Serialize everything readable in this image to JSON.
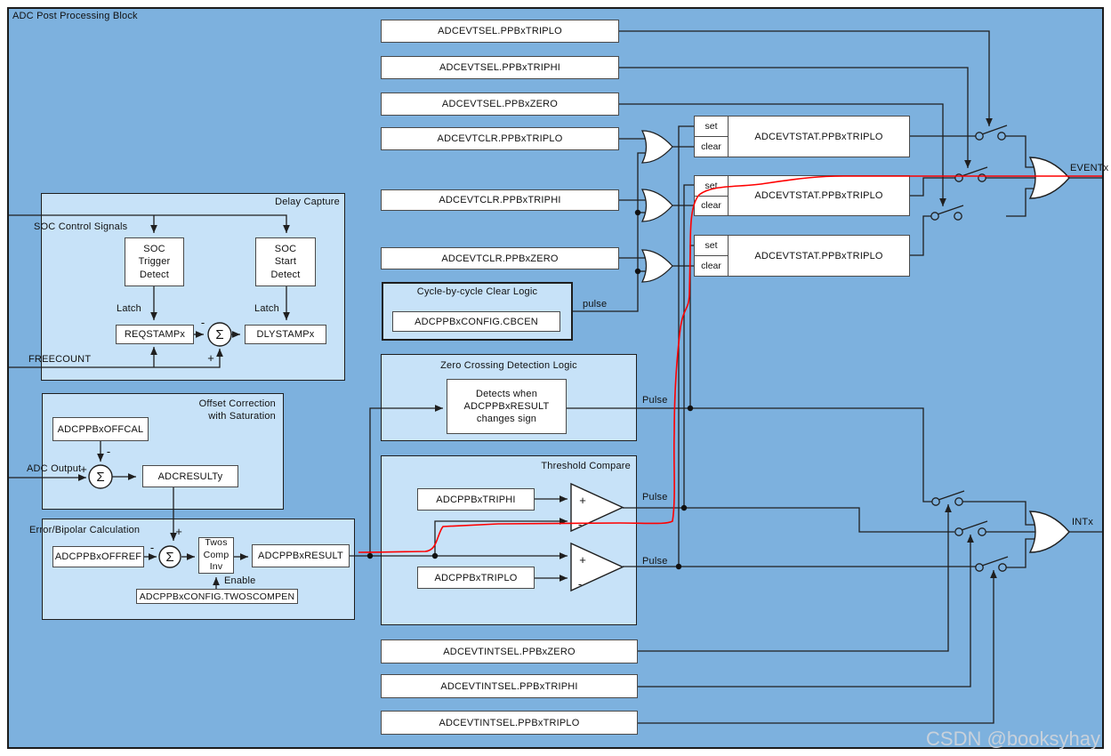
{
  "frame": {
    "title": "ADC Post Processing Block"
  },
  "watermark": "CSDN @booksyhay",
  "colors": {
    "background": "#7DB1DE",
    "block_fill": "#C7E2F8",
    "box_fill": "#FFFFFF",
    "line": "#1f1f1f",
    "annotation": "#FF0000"
  },
  "glyphs": {
    "sigma": "Σ",
    "plus": "+",
    "minus": "-"
  },
  "labels": {
    "set": "set",
    "clear": "clear",
    "latch": "Latch",
    "enable": "Enable",
    "freecount": "FREECOUNT",
    "adc_output": "ADC Output",
    "pulse_lc": "pulse",
    "pulse": "Pulse",
    "eventx": "EVENTx",
    "intx": "INTx"
  },
  "sel_boxes": [
    {
      "label": "ADCEVTSEL.PPBxTRIPLO"
    },
    {
      "label": "ADCEVTSEL.PPBxTRIPHI"
    },
    {
      "label": "ADCEVTSEL.PPBxZERO"
    }
  ],
  "clr_boxes": [
    {
      "label": "ADCEVTCLR.PPBxTRIPLO"
    },
    {
      "label": "ADCEVTCLR.PPBxTRIPHI"
    },
    {
      "label": "ADCEVTCLR.PPBxZERO"
    }
  ],
  "stat_boxes": [
    {
      "label": "ADCEVTSTAT.PPBxTRIPLO"
    },
    {
      "label": "ADCEVTSTAT.PPBxTRIPLO"
    },
    {
      "label": "ADCEVTSTAT.PPBxTRIPLO"
    }
  ],
  "intsel_boxes": [
    {
      "label": "ADCEVTINTSEL.PPBxZERO"
    },
    {
      "label": "ADCEVTINTSEL.PPBxTRIPHI"
    },
    {
      "label": "ADCEVTINTSEL.PPBxTRIPLO"
    }
  ],
  "delay_capture": {
    "title": "Delay Capture",
    "subtitle": "SOC Control Signals",
    "soc_trigger": "SOC\nTrigger\nDetect",
    "soc_start": "SOC\nStart\nDetect",
    "reqstamp": "REQSTAMPx",
    "dlystamp": "DLYSTAMPx"
  },
  "offset_block": {
    "title": "Offset Correction\nwith Saturation",
    "offcal": "ADCPPBxOFFCAL",
    "result": "ADCRESULTy"
  },
  "error_block": {
    "title": "Error/Bipolar Calculation",
    "offref": "ADCPPBxOFFREF",
    "twos": "Twos\nComp\nInv",
    "twoscompen": "ADCPPBxCONFIG.TWOSCOMPEN",
    "result": "ADCPPBxRESULT"
  },
  "cbc_block": {
    "title": "Cycle-by-cycle Clear Logic",
    "cbcen": "ADCPPBxCONFIG.CBCEN"
  },
  "zero_block": {
    "title": "Zero Crossing Detection Logic",
    "desc": "Detects when\nADCPPBxRESULT\nchanges sign"
  },
  "threshold_block": {
    "title": "Threshold Compare",
    "triphi": "ADCPPBxTRIPHI",
    "triplo": "ADCPPBxTRIPLO"
  }
}
